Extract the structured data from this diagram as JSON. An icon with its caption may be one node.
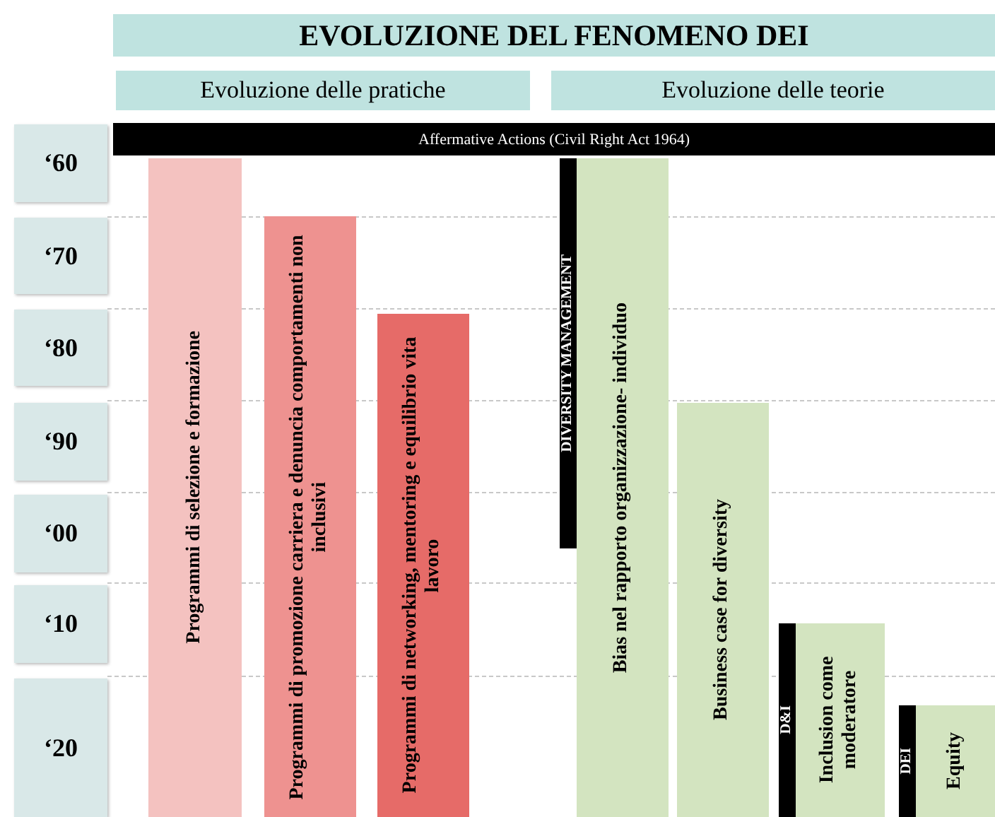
{
  "diagram": {
    "title": "EVOLUZIONE DEL FENOMENO DEI",
    "nodes": [
      {
        "text": [
          "Evoluzione delle pratiche"
        ]
      },
      {
        "text": [
          "Evoluzione delle teorie"
        ]
      },
      {
        "text": [
          "Affermative Actions (Civil Right Act 1964)"
        ]
      },
      {
        "text": [
          "‘60"
        ]
      },
      {
        "text": [
          "‘70"
        ]
      },
      {
        "text": [
          "‘80"
        ]
      },
      {
        "text": [
          "‘90"
        ]
      },
      {
        "text": [
          "‘00"
        ]
      },
      {
        "text": [
          "‘10"
        ]
      },
      {
        "text": [
          "‘20"
        ]
      },
      {
        "text": [
          "Programmi di selezione e formazione"
        ]
      },
      {
        "text": [
          "Programmi di promozione carriera e denuncia comportamenti non inclusivi"
        ]
      },
      {
        "text": [
          "Programmi di networking, mentoring e equilibrio vita lavoro"
        ]
      },
      {
        "text": [
          "DIVERSITY MANAGEMENT"
        ]
      },
      {
        "text": [
          "Bias nel rapporto organizzazione- individuo"
        ]
      },
      {
        "text": [
          "Business case for diversity"
        ]
      },
      {
        "text": [
          "D&I"
        ]
      },
      {
        "text": [
          "Inclusion come moderatore"
        ]
      },
      {
        "text": [
          "DEI"
        ]
      },
      {
        "text": [
          "Equity"
        ]
      }
    ]
  }
}
